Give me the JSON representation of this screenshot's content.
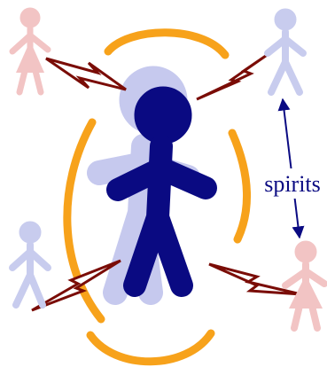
{
  "diagram": {
    "label": "spirits",
    "colors": {
      "background": "#ffffff",
      "central_figure": "#0a0a82",
      "central_shadow": "#c6c9ee",
      "aura": "#f7a21b",
      "lightning_stroke": "#7a0c06",
      "lightning_fill": "#ffffff",
      "spirit_pink": "#f2c4c4",
      "spirit_blue": "#c8ccee",
      "arrow": "#0a0a82",
      "label": "#0a0a82"
    },
    "spirits": [
      {
        "kind": "female",
        "color": "pink",
        "position": "top-left"
      },
      {
        "kind": "male",
        "color": "blue",
        "position": "top-right"
      },
      {
        "kind": "male",
        "color": "blue",
        "position": "bottom-left"
      },
      {
        "kind": "female",
        "color": "pink",
        "position": "bottom-right"
      }
    ],
    "icons": [
      "central-person-icon",
      "lightning-bolt-icon",
      "double-arrow-icon"
    ]
  }
}
